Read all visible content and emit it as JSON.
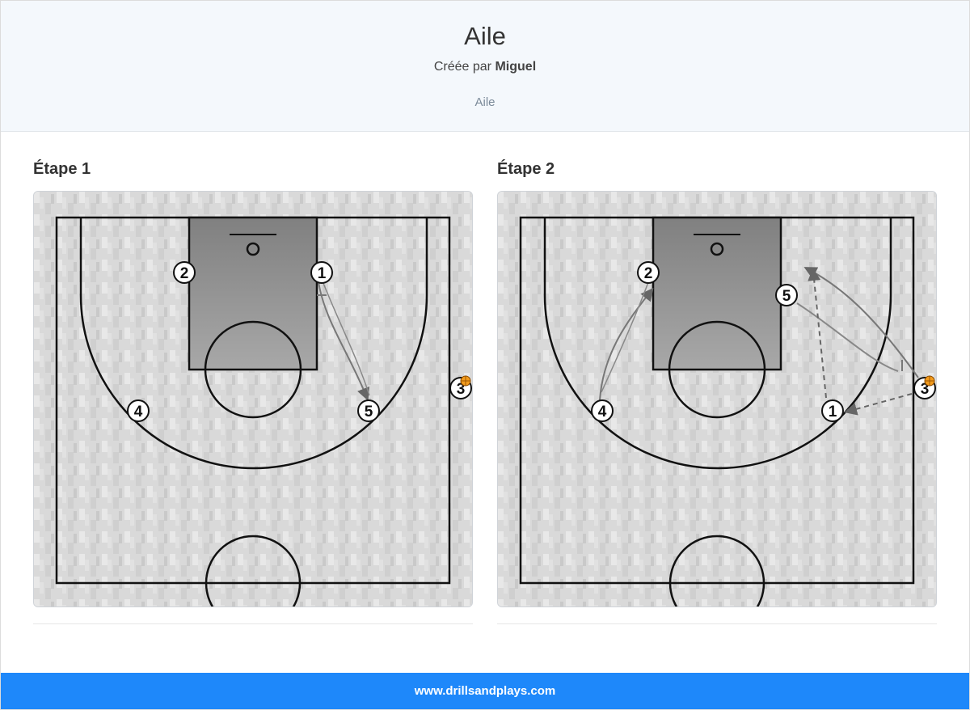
{
  "header": {
    "title": "Aile",
    "created_by_prefix": "Créée par",
    "author": "Miguel",
    "tag": "Aile"
  },
  "steps": [
    {
      "title": "Étape 1",
      "players": [
        "1",
        "2",
        "3",
        "4",
        "5"
      ]
    },
    {
      "title": "Étape 2",
      "players": [
        "1",
        "2",
        "3",
        "4",
        "5"
      ]
    }
  ],
  "footer": {
    "site": "www.drillsandplays.com"
  },
  "colors": {
    "footer": "#1e88fa",
    "paint": "#8c8c8c",
    "ball": "#f29b1c"
  }
}
